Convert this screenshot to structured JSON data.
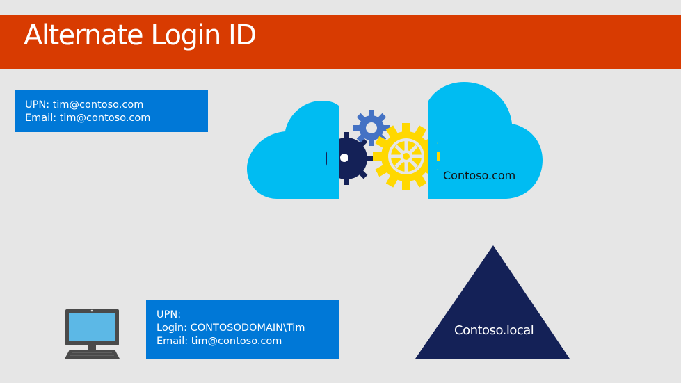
{
  "slide": {
    "title": "Alternate Login ID",
    "accent_color": "#d83b01",
    "box_color": "#0078d7"
  },
  "cloud_identity_box": {
    "lines": [
      "UPN: tim@contoso.com",
      "Email: tim@contoso.com"
    ]
  },
  "cloud": {
    "label": "Contoso.com",
    "color": "#00bcf2",
    "icons": [
      "cloud-icon",
      "gear-icon"
    ]
  },
  "onprem_identity_box": {
    "lines": [
      "UPN:",
      "Login: CONTOSODOMAIN\\Tim",
      "Email: tim@contoso.com"
    ]
  },
  "onprem_domain": {
    "label": "Contoso.local",
    "color": "#142157",
    "icon": "pyramid-icon"
  },
  "client": {
    "icon": "desktop-computer-icon",
    "screen_color": "#5cb8e6"
  }
}
